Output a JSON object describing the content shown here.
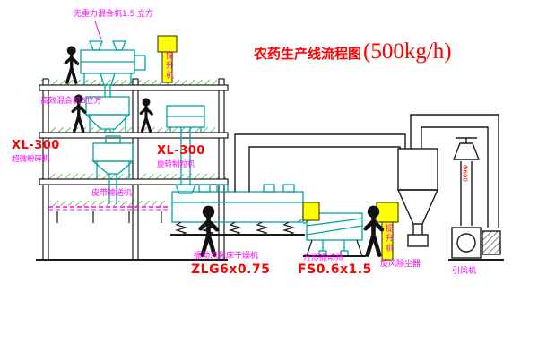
{
  "title": {
    "text": "农药生产线流程图",
    "capacity": "(500kg/h)"
  },
  "machines": {
    "gravity_mixer": {
      "label": "无重力混合机1.5 立方"
    },
    "elevator_left": {
      "label": "提升机"
    },
    "high_efficiency_mixer": {
      "label": "高效混合机3立方"
    },
    "pulverizer": {
      "model": "XL-300",
      "label": "超微粉碎机"
    },
    "granulator": {
      "model": "XL-300",
      "label": "旋转制粒机"
    },
    "belt_conveyor": {
      "label": "皮带输送机"
    },
    "fluid_bed_dryer": {
      "label": "振动流化床干燥机",
      "model": "ZLG6x0.75"
    },
    "square_sieve": {
      "label": "方形振动筛",
      "model": "FS0.6x1.5"
    },
    "elevator_right": {
      "label": "提升机"
    },
    "cyclone": {
      "label": "旋风除尘器"
    },
    "induced_draft_fan": {
      "label": "引风机"
    },
    "stack": {
      "dimension": "Φ600"
    }
  },
  "colors": {
    "equipment": "#00A5A5",
    "label": "#FF00FF",
    "model_text": "#FF0000",
    "structure": "#1A1A1A",
    "elevator_fill": "#FFFF00",
    "floor_hatch": "#00A000"
  }
}
